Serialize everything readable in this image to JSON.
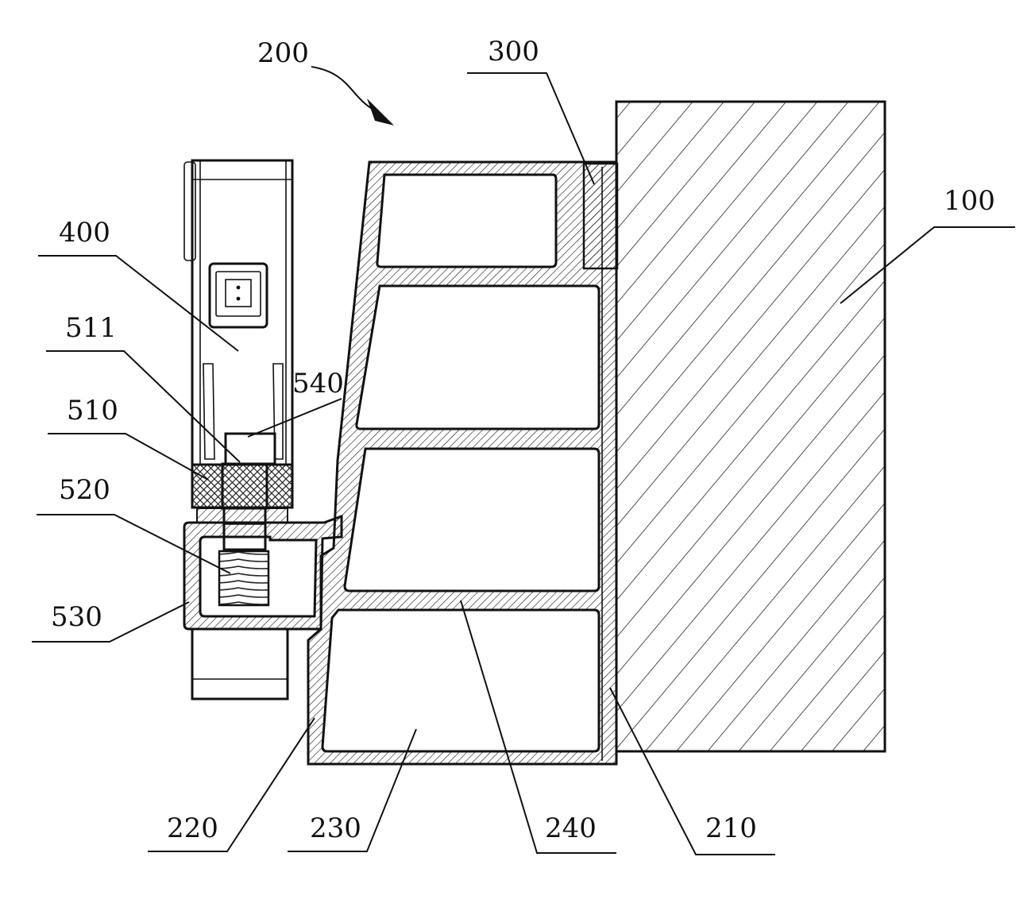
{
  "labels": {
    "l100": "100",
    "l200": "200",
    "l210": "210",
    "l220": "220",
    "l230": "230",
    "l240": "240",
    "l300": "300",
    "l400": "400",
    "l510": "510",
    "l511": "511",
    "l520": "520",
    "l530": "530",
    "l540": "540"
  }
}
